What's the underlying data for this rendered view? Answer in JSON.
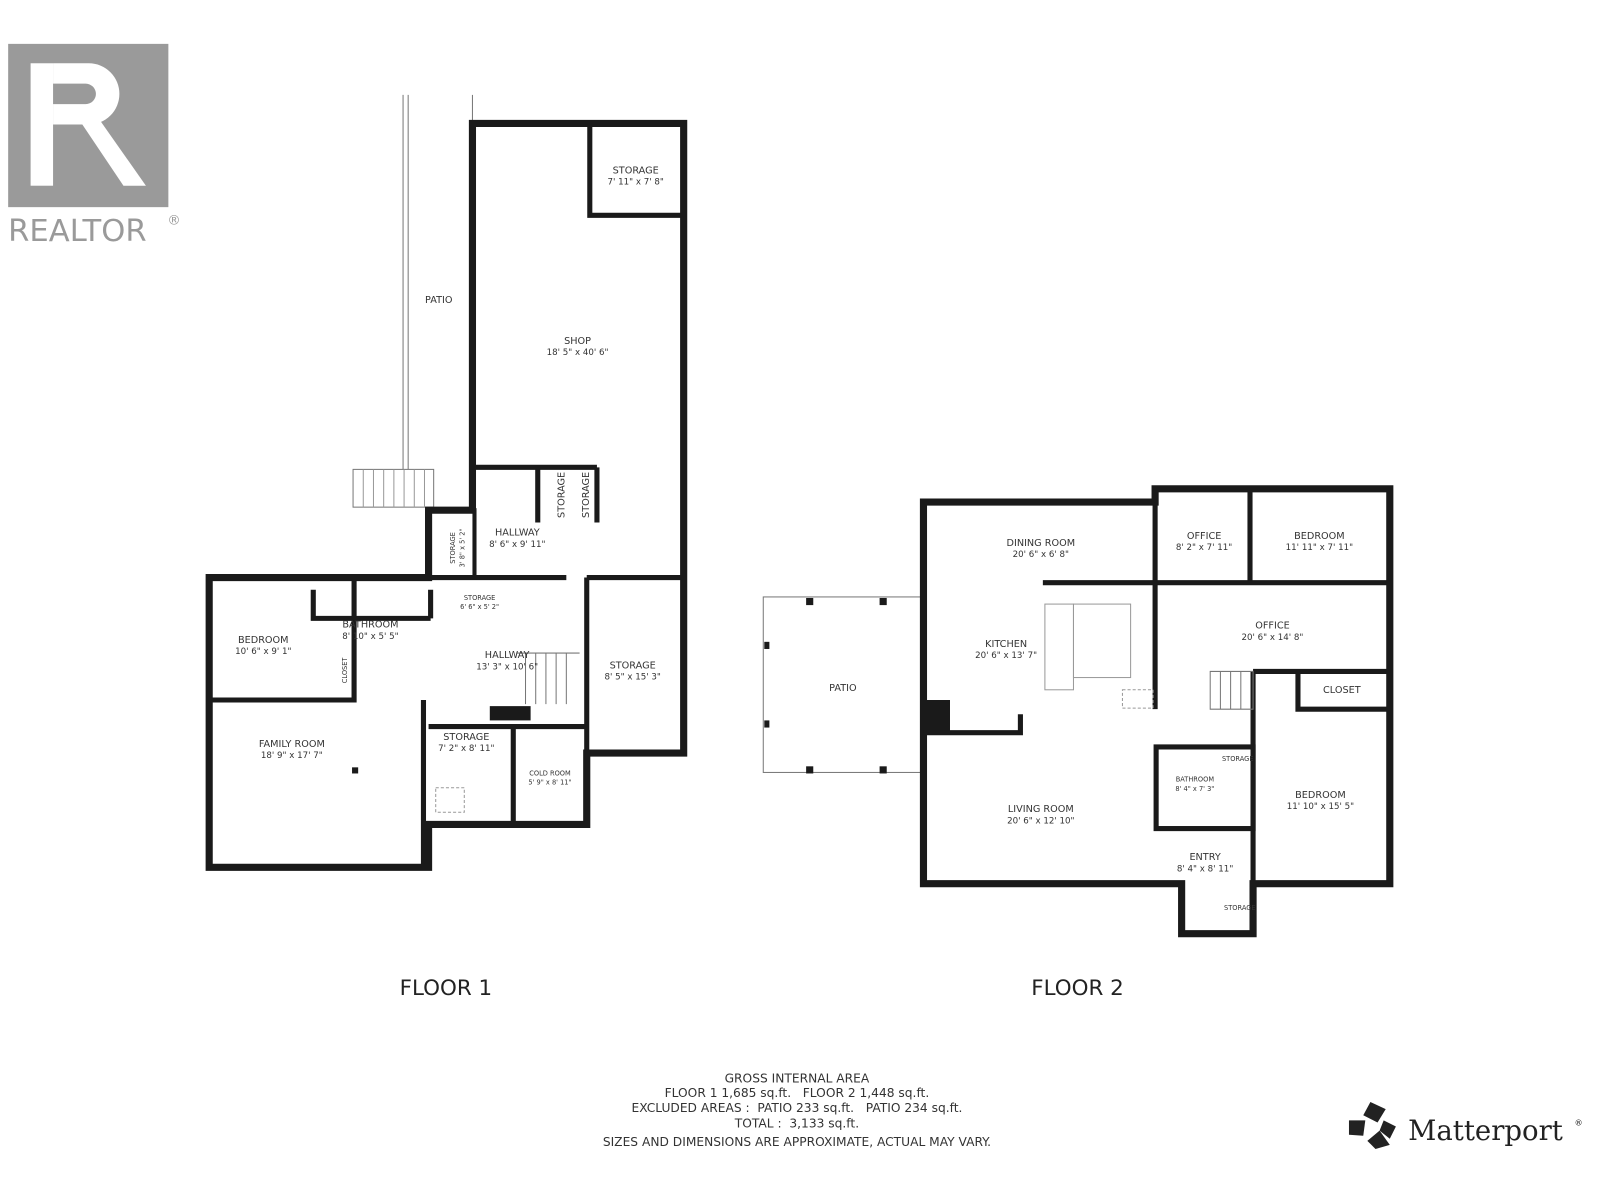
{
  "logo": {
    "realtor": "REALTOR",
    "registered": "®",
    "matterport": "Matterport",
    "matterport_mark": "®"
  },
  "floor1": {
    "title": "FLOOR 1",
    "rooms": [
      {
        "name": "STORAGE",
        "dims": "7' 11\" x 7' 8\""
      },
      {
        "name": "PATIO",
        "dims": ""
      },
      {
        "name": "SHOP",
        "dims": "18' 5\" x 40' 6\""
      },
      {
        "name": "STORAGE",
        "dims": ""
      },
      {
        "name": "STORAGE",
        "dims": ""
      },
      {
        "name": "HALLWAY",
        "dims": "8' 6\" x 9' 11\""
      },
      {
        "name": "STORAGE",
        "dims": "3' 8\" x 5' 2\""
      },
      {
        "name": "STORAGE",
        "dims": "6' 6\" x 5' 2\""
      },
      {
        "name": "BATHROOM",
        "dims": "8' 10\" x 5' 5\""
      },
      {
        "name": "BEDROOM",
        "dims": "10' 6\" x 9' 1\""
      },
      {
        "name": "CLOSET",
        "dims": ""
      },
      {
        "name": "HALLWAY",
        "dims": "13' 3\" x 10' 6\""
      },
      {
        "name": "STORAGE",
        "dims": "8' 5\" x 15' 3\""
      },
      {
        "name": "FAMILY ROOM",
        "dims": "18' 9\" x 17' 7\""
      },
      {
        "name": "STORAGE",
        "dims": "7' 2\" x 8' 11\""
      },
      {
        "name": "COLD ROOM",
        "dims": "5' 9\" x 8' 11\""
      }
    ]
  },
  "floor2": {
    "title": "FLOOR 2",
    "rooms": [
      {
        "name": "DINING ROOM",
        "dims": "20' 6\" x 6' 8\""
      },
      {
        "name": "OFFICE",
        "dims": "8' 2\" x 7' 11\""
      },
      {
        "name": "BEDROOM",
        "dims": "11' 11\" x 7' 11\""
      },
      {
        "name": "KITCHEN",
        "dims": "20' 6\" x 13' 7\""
      },
      {
        "name": "OFFICE",
        "dims": "20' 6\" x 14' 8\""
      },
      {
        "name": "PATIO",
        "dims": ""
      },
      {
        "name": "CLOSET",
        "dims": ""
      },
      {
        "name": "BATHROOM",
        "dims": "8' 4\" x 7' 3\""
      },
      {
        "name": "STORAGE",
        "dims": ""
      },
      {
        "name": "BEDROOM",
        "dims": "11' 10\" x 15' 5\""
      },
      {
        "name": "LIVING ROOM",
        "dims": "20' 6\" x 12' 10\""
      },
      {
        "name": "ENTRY",
        "dims": "8' 4\" x 8' 11\""
      },
      {
        "name": "STORAGE",
        "dims": ""
      }
    ]
  },
  "area": {
    "heading": "GROSS INTERNAL AREA",
    "floors": "FLOOR 1 1,685 sq.ft.   FLOOR 2 1,448 sq.ft.",
    "excluded": "EXCLUDED AREAS :  PATIO 233 sq.ft.   PATIO 234 sq.ft.",
    "total": "TOTAL :  3,133 sq.ft.",
    "disclaimer": "SIZES AND DIMENSIONS ARE APPROXIMATE, ACTUAL MAY VARY."
  }
}
